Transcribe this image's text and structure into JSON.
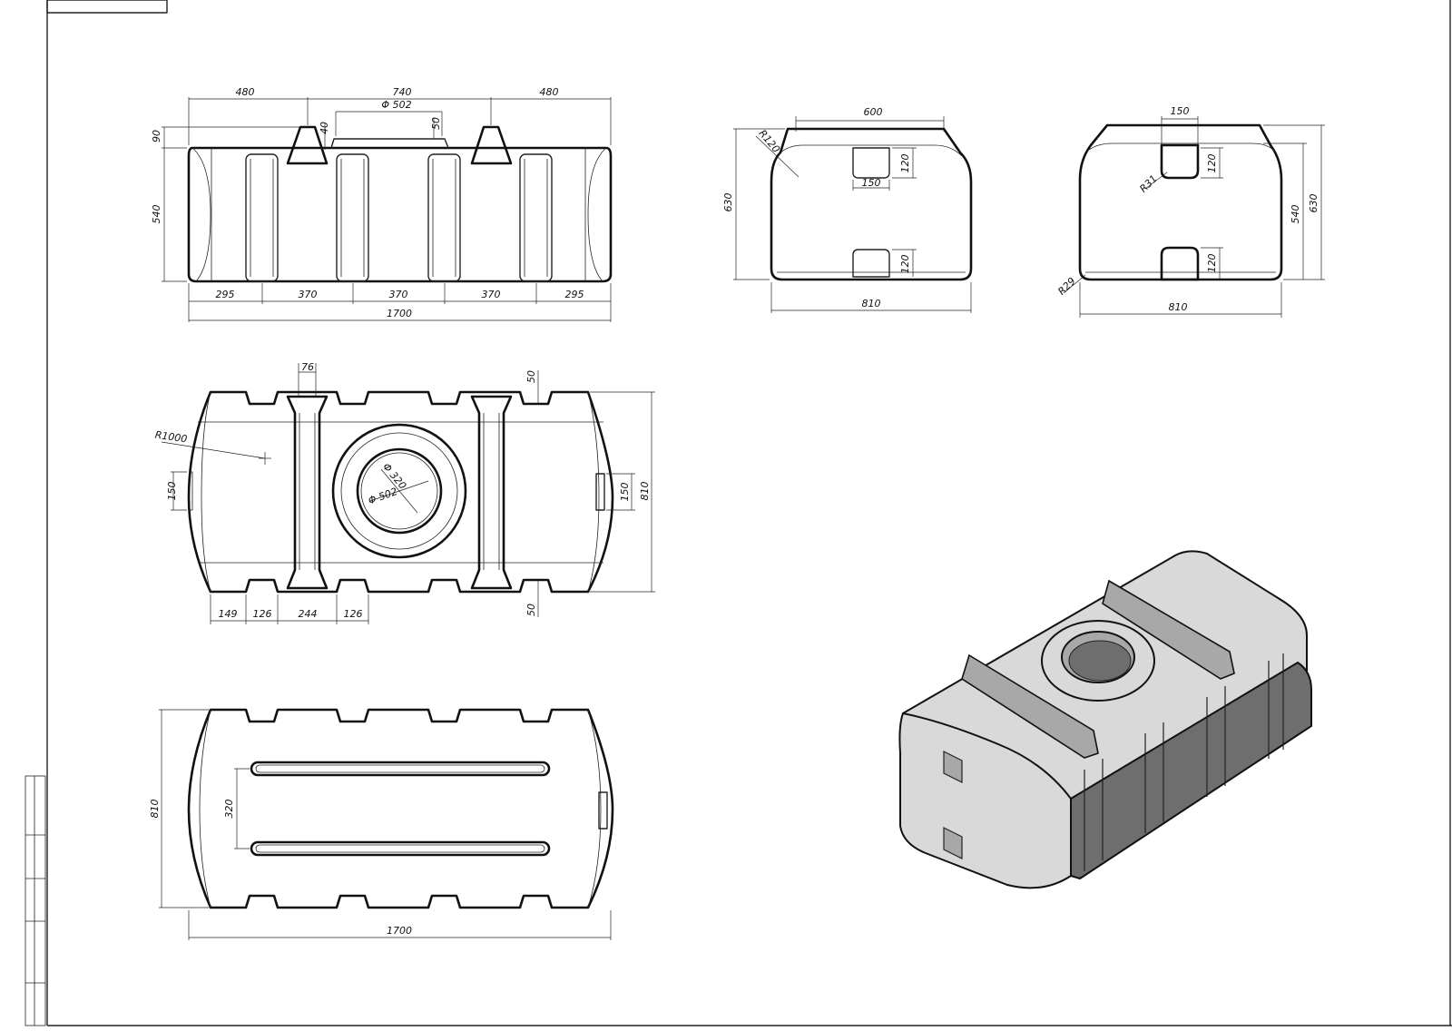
{
  "front_view": {
    "dim_480_left": "480",
    "dim_740": "740",
    "dim_480_right": "480",
    "dim_dia502": "Φ 502",
    "dim_50": "50",
    "dim_40": "40",
    "dim_90": "90",
    "dim_540": "540",
    "dim_295_left": "295",
    "dim_370_1": "370",
    "dim_370_2": "370",
    "dim_370_3": "370",
    "dim_295_right": "295",
    "dim_1700": "1700"
  },
  "side_view_left": {
    "dim_600": "600",
    "dim_r120": "R120",
    "dim_630": "630",
    "dim_120_top": "120",
    "dim_150": "150",
    "dim_120_bottom": "120",
    "dim_810": "810"
  },
  "side_view_right": {
    "dim_150": "150",
    "dim_r31": "R31",
    "dim_120_top": "120",
    "dim_540": "540",
    "dim_630": "630",
    "dim_120_bottom": "120",
    "dim_r29": "R29",
    "dim_810": "810"
  },
  "top_view": {
    "dim_76": "76",
    "dim_50_top": "50",
    "dim_r1000": "R1000",
    "dim_150_left": "150",
    "dim_dia320": "Φ 320",
    "dim_dia502": "Φ 502",
    "dim_150_right": "150",
    "dim_810": "810",
    "dim_149": "149",
    "dim_126_a": "126",
    "dim_244": "244",
    "dim_126_b": "126",
    "dim_50_bottom": "50"
  },
  "bottom_view": {
    "dim_810": "810",
    "dim_320": "320",
    "dim_1700": "1700"
  },
  "colors": {
    "line": "#111111",
    "shade_light": "#d9d9d9",
    "shade_mid": "#a8a8a8",
    "shade_dark": "#6e6e6e"
  }
}
